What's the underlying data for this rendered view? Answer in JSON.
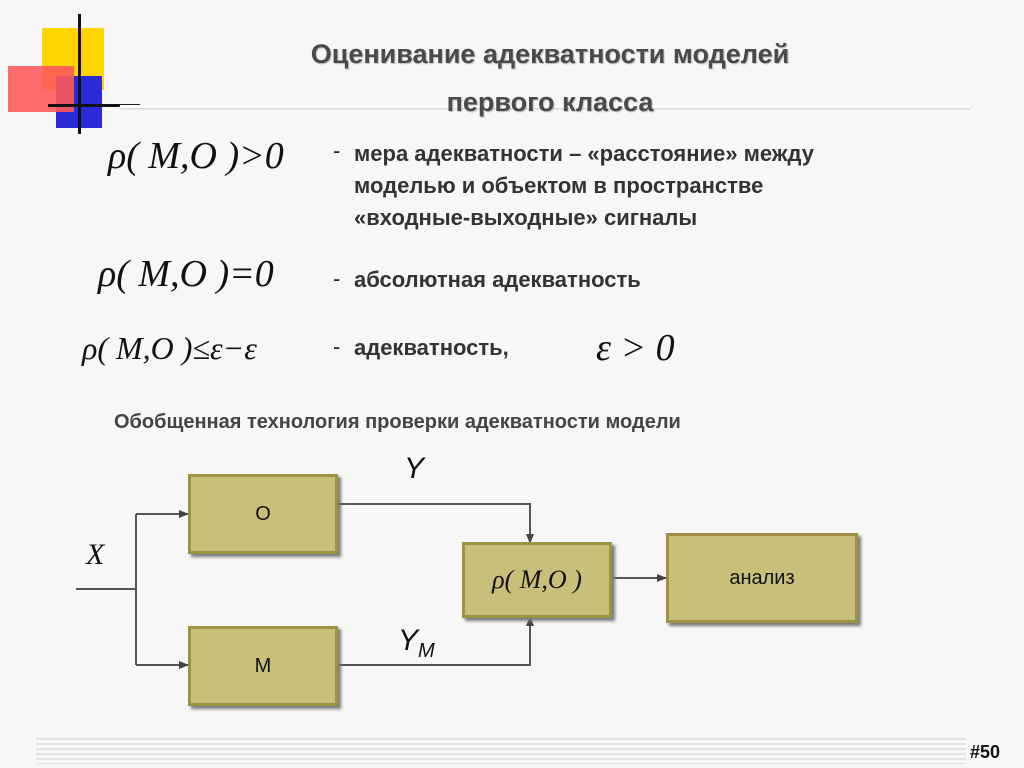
{
  "title": {
    "line1": "Оценивание адекватности моделей",
    "line2": "первого класса"
  },
  "rows": [
    {
      "formula": "ρ( M,O )>0",
      "dash": "-",
      "text_lines": [
        "мера адекватности – «расстояние» между",
        "моделью и объектом в пространстве",
        "«входные-выходные» сигналы"
      ]
    },
    {
      "formula": "ρ( M,O )=0",
      "dash": "-",
      "text_lines": [
        "абсолютная адекватность"
      ]
    },
    {
      "formula": "ρ( M,O )≤ε−ε",
      "dash": "-",
      "text_lines": [
        "адекватность,"
      ],
      "condition": "ε > 0"
    }
  ],
  "diagram": {
    "caption": "Обобщенная технология проверки адекватности модели",
    "blocks": {
      "object": "O",
      "model": "M",
      "compare": "ρ( M,O )",
      "analysis": "анализ"
    },
    "signals": {
      "input": "X",
      "object_output": "Y",
      "model_output_base": "Y",
      "model_output_sub": "M"
    }
  },
  "page_number": "#50",
  "colors": {
    "box_fill": "#c8c07a",
    "box_border": "#9c9242",
    "accent_yellow": "#ffd400",
    "accent_red": "#ff5050",
    "accent_blue": "#2a2ad6"
  }
}
